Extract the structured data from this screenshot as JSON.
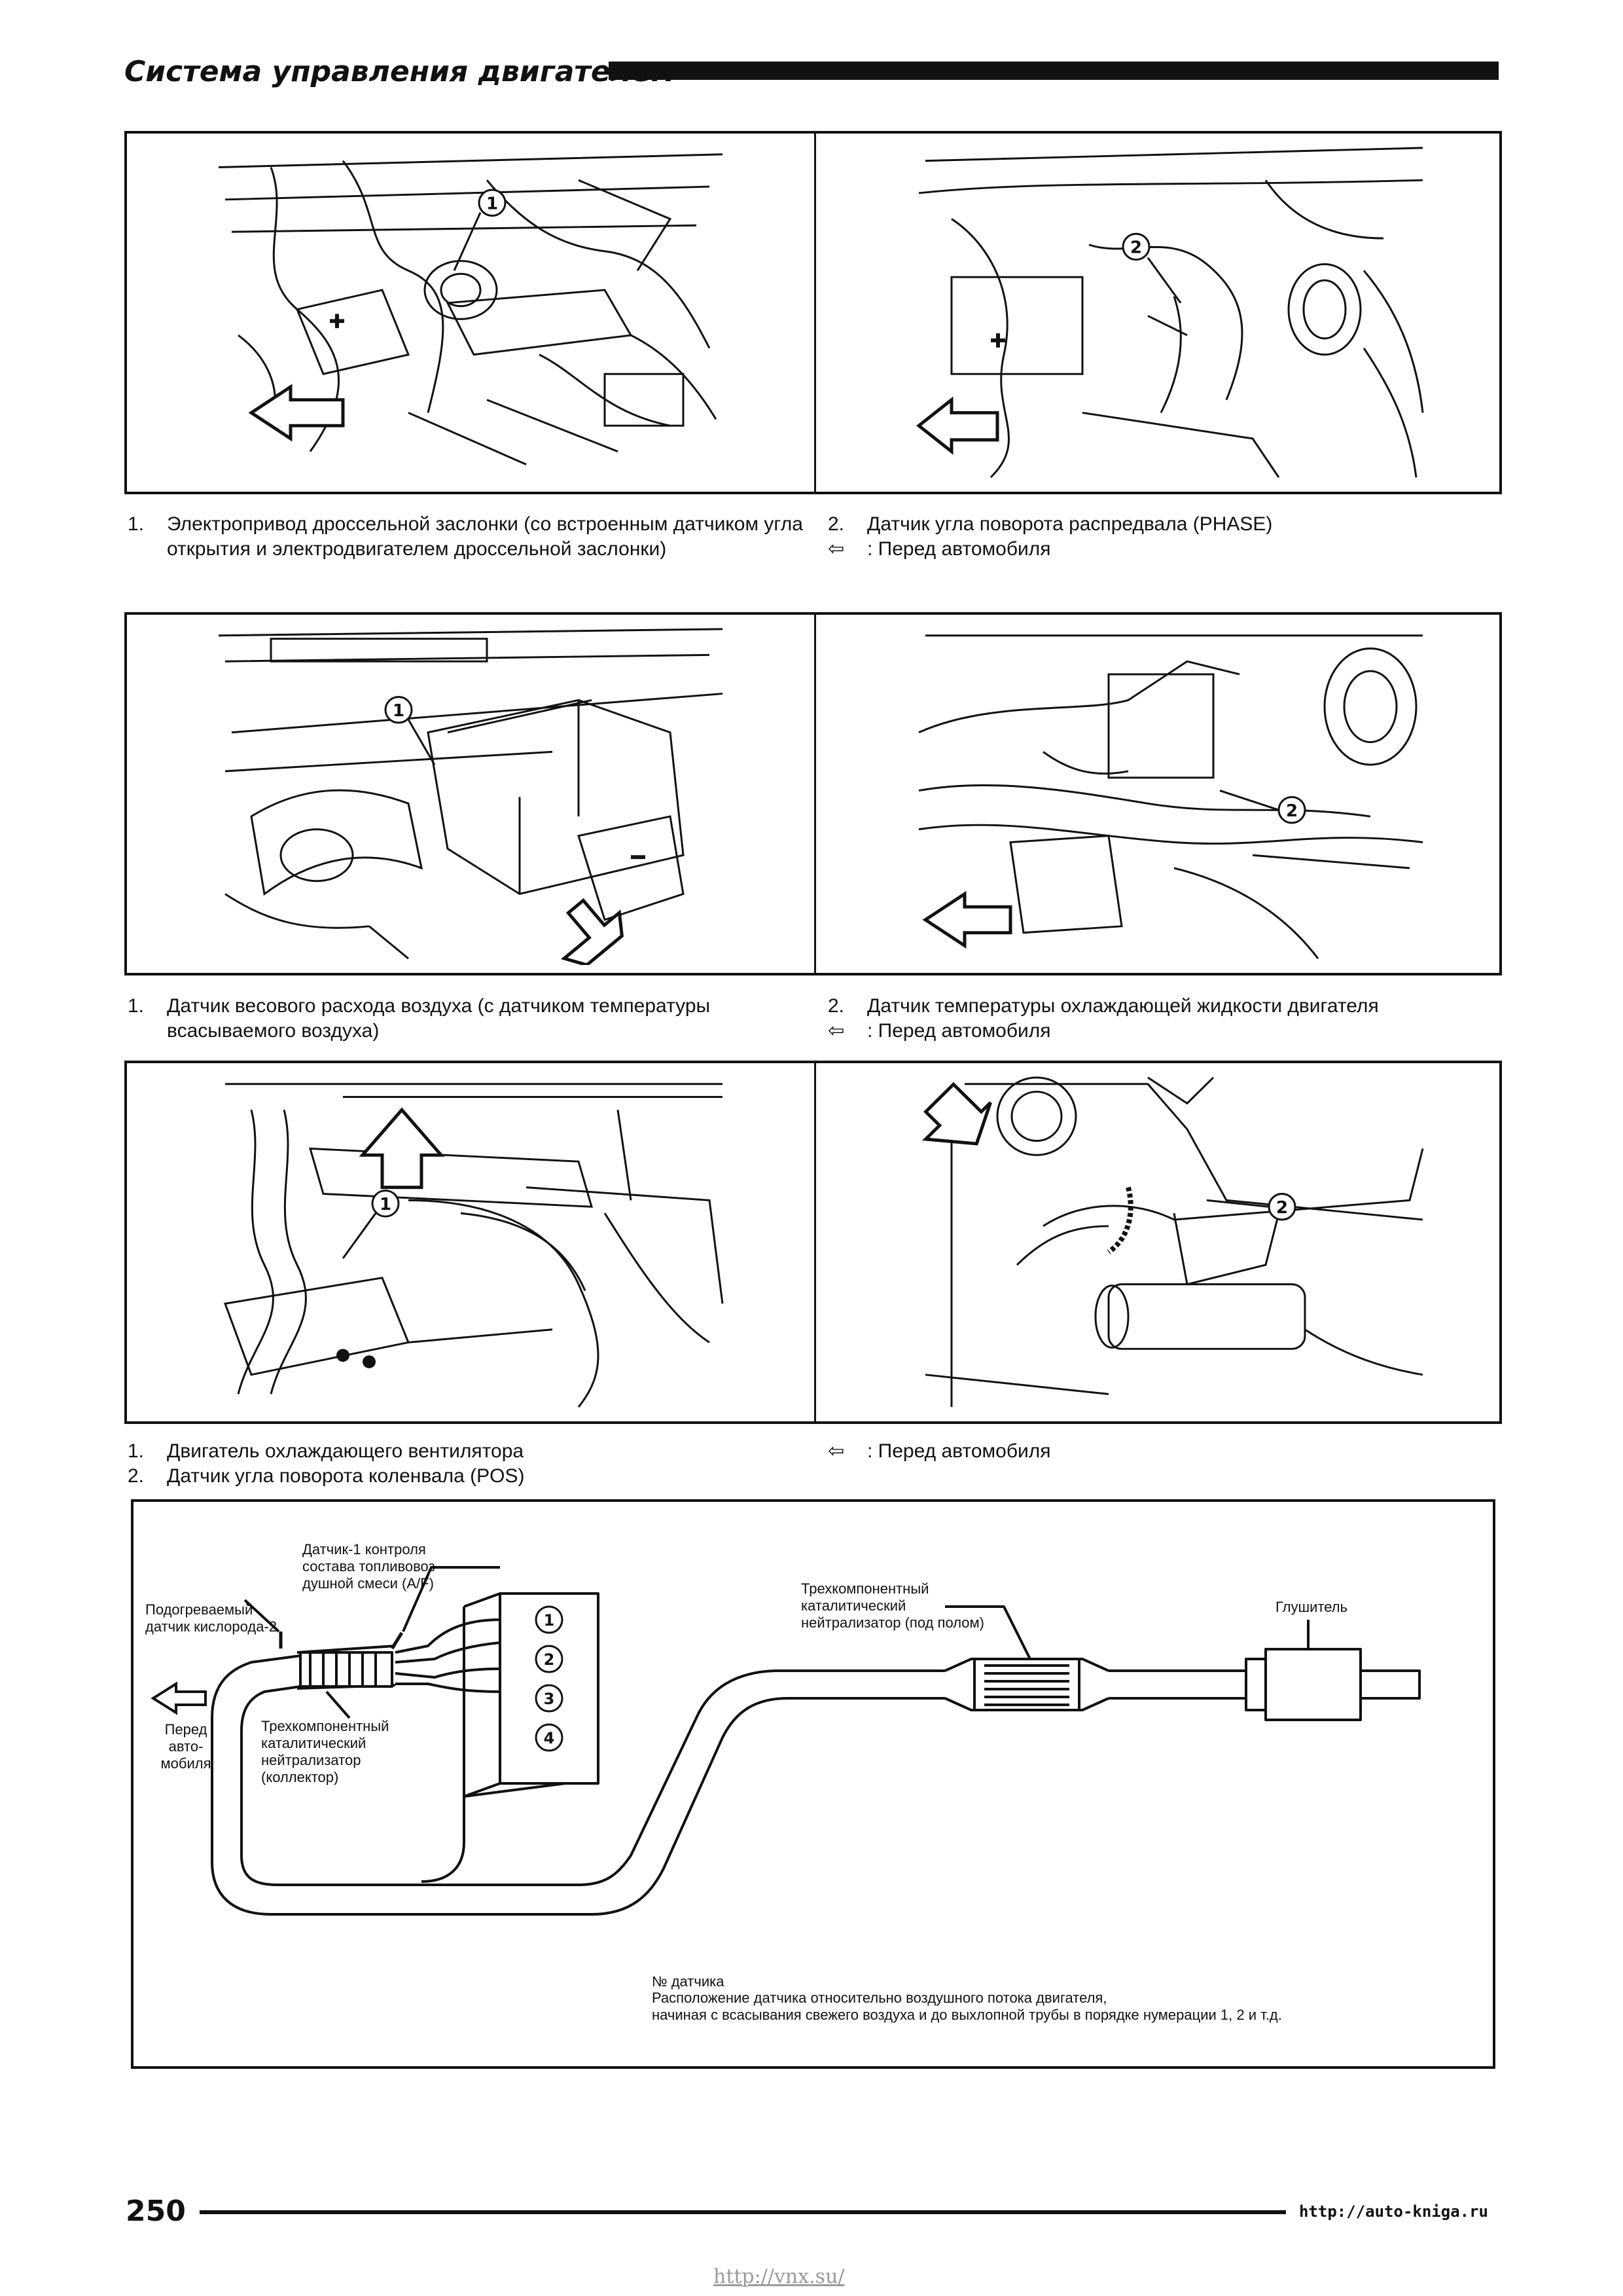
{
  "header": {
    "title": "Система управления двигателем"
  },
  "panels": [
    {
      "left": {
        "markers": [
          "①"
        ],
        "captions": [
          {
            "num": "1.",
            "text": "Электропривод дроссельной заслонки (со встроенным датчиком угла открытия и электродвигателем дроссельной заслонки)"
          }
        ]
      },
      "right": {
        "markers": [
          "②"
        ],
        "captions": [
          {
            "num": "2.",
            "text": "Датчик угла поворота распредвала (PHASE)"
          },
          {
            "num": "⇦",
            "text": ": Перед автомобиля"
          }
        ]
      }
    },
    {
      "left": {
        "markers": [
          "①"
        ],
        "captions": [
          {
            "num": "1.",
            "text": "Датчик весового расхода воздуха (с датчиком температуры всасываемого воздуха)"
          }
        ]
      },
      "right": {
        "markers": [
          "②"
        ],
        "captions": [
          {
            "num": "2.",
            "text": "Датчик температуры охлаждающей жидкости двигателя"
          },
          {
            "num": "⇦",
            "text": ": Перед автомобиля"
          }
        ]
      }
    },
    {
      "left": {
        "markers": [
          "①"
        ],
        "captions": [
          {
            "num": "1.",
            "text": "Двигатель охлаждающего вентилятора"
          },
          {
            "num": "2.",
            "text": "Датчик угла поворота коленвала (POS)"
          }
        ]
      },
      "right": {
        "markers": [
          "②"
        ],
        "captions": [
          {
            "num": "⇦",
            "text": ": Перед автомобиля"
          }
        ]
      }
    }
  ],
  "diagram": {
    "labels": {
      "sensor_af": "Датчик-1 контроля\nсостава топливовоз-\nдушной смеси (A/F)",
      "o2_sensor": "Подогреваемый\nдатчик кислорода-2",
      "front": "Перед\nавто-\nмобиля",
      "cat_manifold": "Трехкомпонентный\nкаталитический\nнейтрализатор\n(коллектор)",
      "cat_underfloor": "Трехкомпонентный\nкаталитический\nнейтрализатор (под полом)",
      "muffler": "Глушитель",
      "note_title": "№ датчика",
      "note_text": "Расположение датчика относительно воздушного потока двигателя,\nначиная с всасывания свежего воздуха и до выхлопной трубы в порядке нумерации 1, 2 и т.д."
    },
    "cylinders": [
      "1",
      "2",
      "3",
      "4"
    ]
  },
  "footer": {
    "page_number": "250",
    "url": "http://auto-kniga.ru",
    "watermark": "http://vnx.su/"
  }
}
